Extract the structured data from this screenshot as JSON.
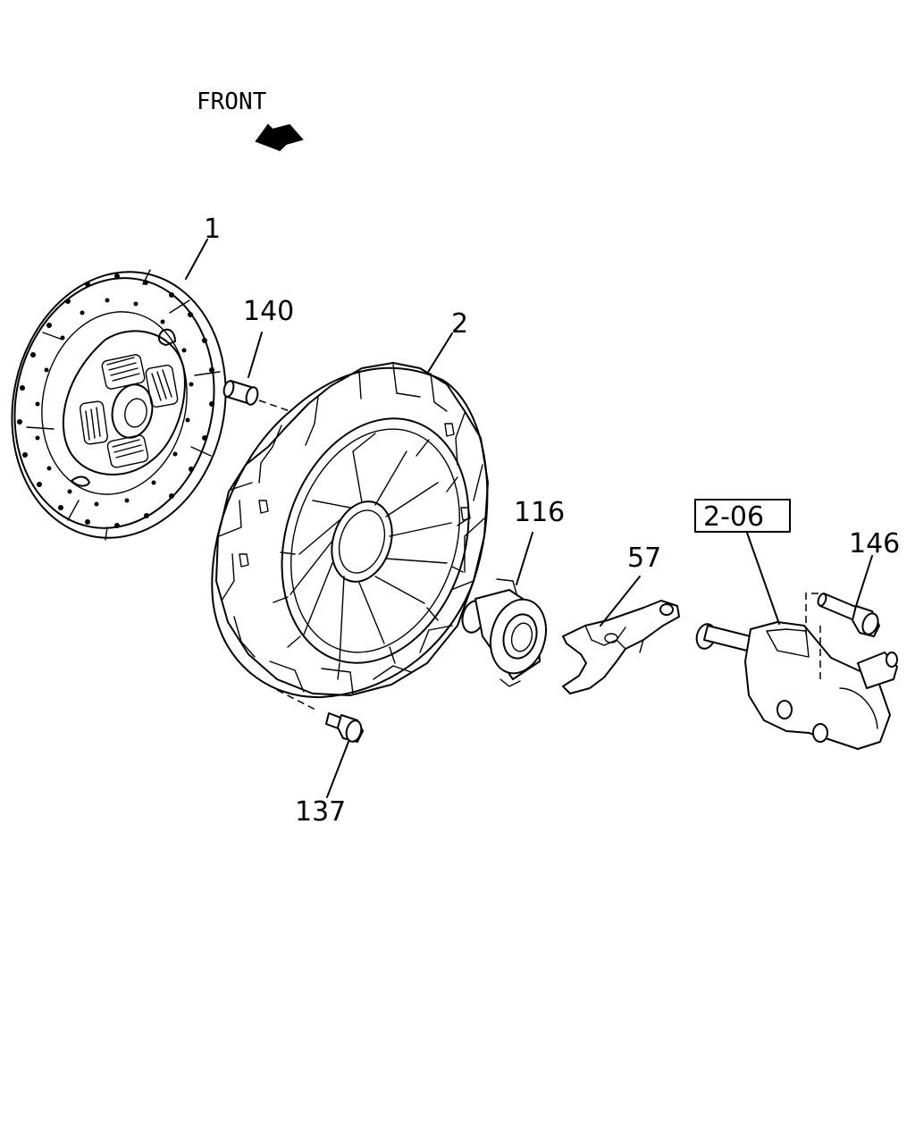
{
  "direction_label": "FRONT",
  "callouts": {
    "clutch_disc": "1",
    "pressure_plate": "2",
    "pilot_pin": "140",
    "release_bearing": "116",
    "release_fork": "57",
    "slave_cylinder_ref": "2-06",
    "slave_bolt": "146",
    "cover_bolt": "137"
  },
  "colors": {
    "ink": "#000000",
    "paper": "#ffffff"
  },
  "icons": [
    "front-direction-arrow"
  ]
}
